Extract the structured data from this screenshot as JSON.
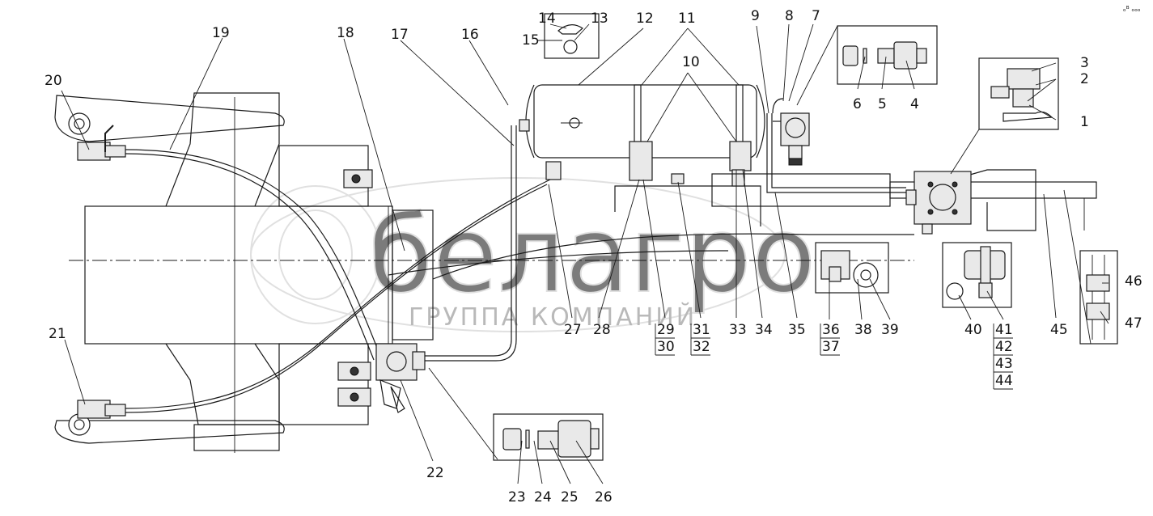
{
  "figure": {
    "callouts": [
      {
        "id": "1",
        "label": "1"
      },
      {
        "id": "2",
        "label": "2"
      },
      {
        "id": "3",
        "label": "3"
      },
      {
        "id": "4",
        "label": "4"
      },
      {
        "id": "5",
        "label": "5"
      },
      {
        "id": "6",
        "label": "6"
      },
      {
        "id": "7",
        "label": "7"
      },
      {
        "id": "8",
        "label": "8"
      },
      {
        "id": "9",
        "label": "9"
      },
      {
        "id": "10",
        "label": "10"
      },
      {
        "id": "11",
        "label": "11"
      },
      {
        "id": "12",
        "label": "12"
      },
      {
        "id": "13",
        "label": "13"
      },
      {
        "id": "14",
        "label": "14"
      },
      {
        "id": "15",
        "label": "15"
      },
      {
        "id": "16",
        "label": "16"
      },
      {
        "id": "17",
        "label": "17"
      },
      {
        "id": "18",
        "label": "18"
      },
      {
        "id": "19",
        "label": "19"
      },
      {
        "id": "20",
        "label": "20"
      },
      {
        "id": "21",
        "label": "21"
      },
      {
        "id": "22",
        "label": "22"
      },
      {
        "id": "23",
        "label": "23"
      },
      {
        "id": "24",
        "label": "24"
      },
      {
        "id": "25",
        "label": "25"
      },
      {
        "id": "26",
        "label": "26"
      },
      {
        "id": "27",
        "label": "27"
      },
      {
        "id": "28",
        "label": "28"
      },
      {
        "id": "29",
        "label": "29"
      },
      {
        "id": "30",
        "label": "30"
      },
      {
        "id": "31",
        "label": "31"
      },
      {
        "id": "32",
        "label": "32"
      },
      {
        "id": "33",
        "label": "33"
      },
      {
        "id": "34",
        "label": "34"
      },
      {
        "id": "35",
        "label": "35"
      },
      {
        "id": "36",
        "label": "36"
      },
      {
        "id": "37",
        "label": "37"
      },
      {
        "id": "38",
        "label": "38"
      },
      {
        "id": "39",
        "label": "39"
      },
      {
        "id": "40",
        "label": "40"
      },
      {
        "id": "41",
        "label": "41"
      },
      {
        "id": "42",
        "label": "42"
      },
      {
        "id": "43",
        "label": "43"
      },
      {
        "id": "44",
        "label": "44"
      },
      {
        "id": "45",
        "label": "45"
      },
      {
        "id": "46",
        "label": "46"
      },
      {
        "id": "47",
        "label": "47"
      }
    ]
  },
  "watermark": {
    "logo_text": "белагро",
    "tagline": "ГРУППА КОМПАНИЙ"
  },
  "corner_mark": "ₒᴮ ₒₒₒ"
}
